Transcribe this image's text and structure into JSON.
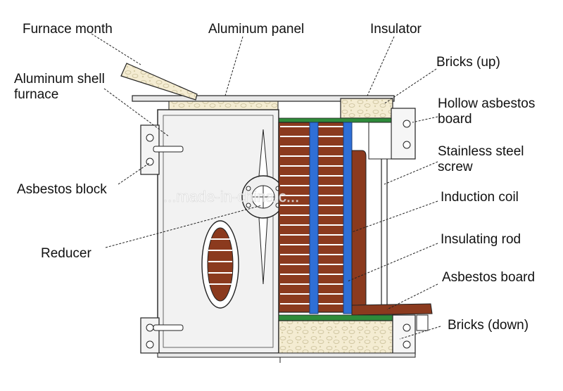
{
  "labels": {
    "furnace_month": "Furnace month",
    "aluminum_panel": "Aluminum panel",
    "insulator": "Insulator",
    "bricks_up": "Bricks (up)",
    "aluminum_shell_line1": "Aluminum shell",
    "aluminum_shell_line2": "furnace",
    "hollow_asbestos_line1": "Hollow asbestos",
    "hollow_asbestos_line2": "board",
    "stainless_screw_line1": "Stainless steel",
    "stainless_screw_line2": "screw",
    "asbestos_block": "Asbestos block",
    "induction_coil": "Induction coil",
    "reducer": "Reducer",
    "insulating_rod": "Insulating rod",
    "asbestos_board": "Asbestos board",
    "bricks_down": "Bricks (down)"
  },
  "watermark": "...made-in-china.c...",
  "colors": {
    "coil": "#8b3a1e",
    "coil_dark": "#5a2412",
    "rod": "#2f6fd6",
    "green": "#2e8b3a",
    "brick": "#f4ecd2"
  }
}
